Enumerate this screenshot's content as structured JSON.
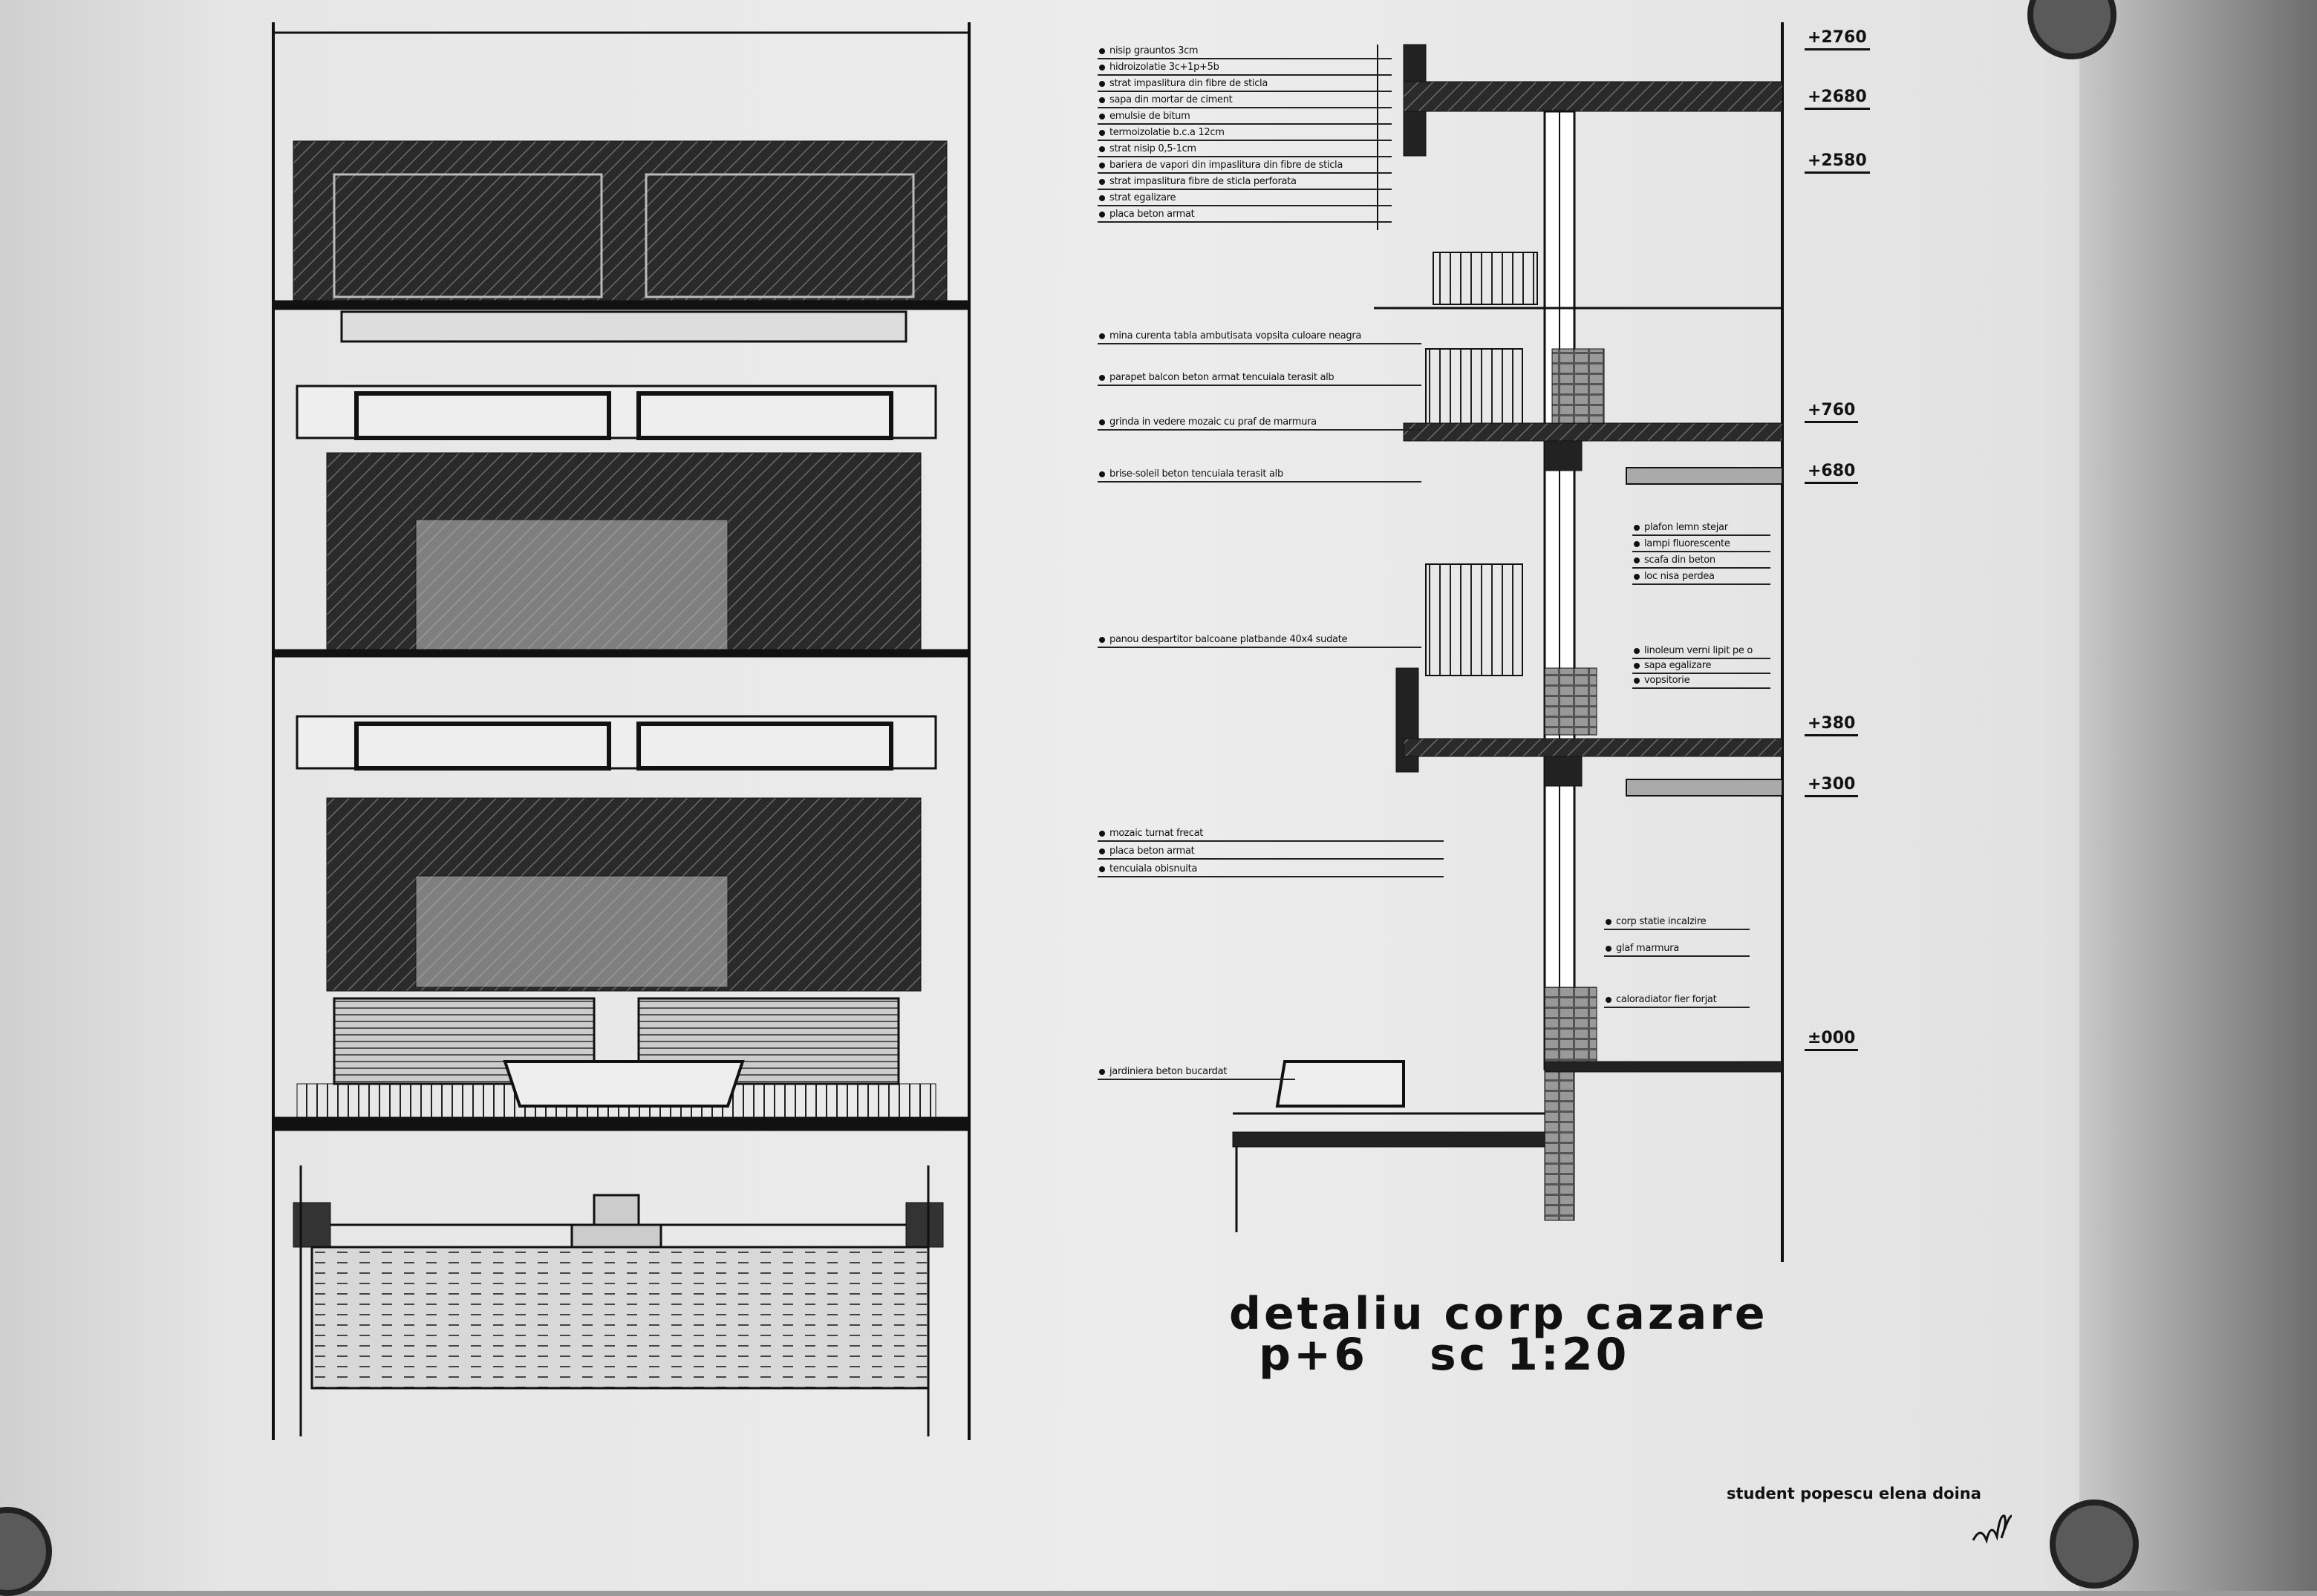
{
  "title": {
    "line1": "detaliu corp cazare",
    "line2_left": "p+6",
    "line2_right": "sc 1:20"
  },
  "author": "student popescu elena doina",
  "levels": [
    "+2760",
    "+2680",
    "+2580",
    "+760",
    "+680",
    "+380",
    "+300",
    "±000"
  ],
  "roof_layers": [
    "nisip grauntos 3cm",
    "hidroizolatie 3c+1p+5b",
    "strat impaslitura din fibre de sticla",
    "sapa din mortar de ciment",
    "emulsie de bitum",
    "termoizolatie b.c.a 12cm",
    "strat nisip 0,5-1cm",
    "bariera de vapori din impaslitura din fibre de sticla",
    "strat impaslitura fibre de sticla perforata",
    "strat egalizare",
    "placa beton armat"
  ],
  "balcony_notes": [
    "mina curenta tabla ambutisata vopsita culoare neagra",
    "parapet balcon beton armat tencuiala terasit alb",
    "grinda in vedere mozaic cu praf de marmura",
    "brise-soleil beton tencuiala terasit alb"
  ],
  "ceiling_notes": [
    "plafon lemn stejar",
    "lampi fluorescente",
    "scafa din beton",
    "loc nisa perdea"
  ],
  "divider_note": "panou despartitor balcoane platbande 40x4 sudate",
  "floor_notes": [
    "linoleum verni lipit pe o",
    "sapa egalizare",
    "vopsitorie"
  ],
  "slab_notes": [
    "mozaic turnat frecat",
    "placa beton armat",
    "tencuiala obisnuita"
  ],
  "window_notes": [
    "corp statie incalzire",
    "glaf marmura",
    "caloradiator fier forjat"
  ],
  "planter_note": "jardiniera beton bucardat",
  "signature": "nd"
}
